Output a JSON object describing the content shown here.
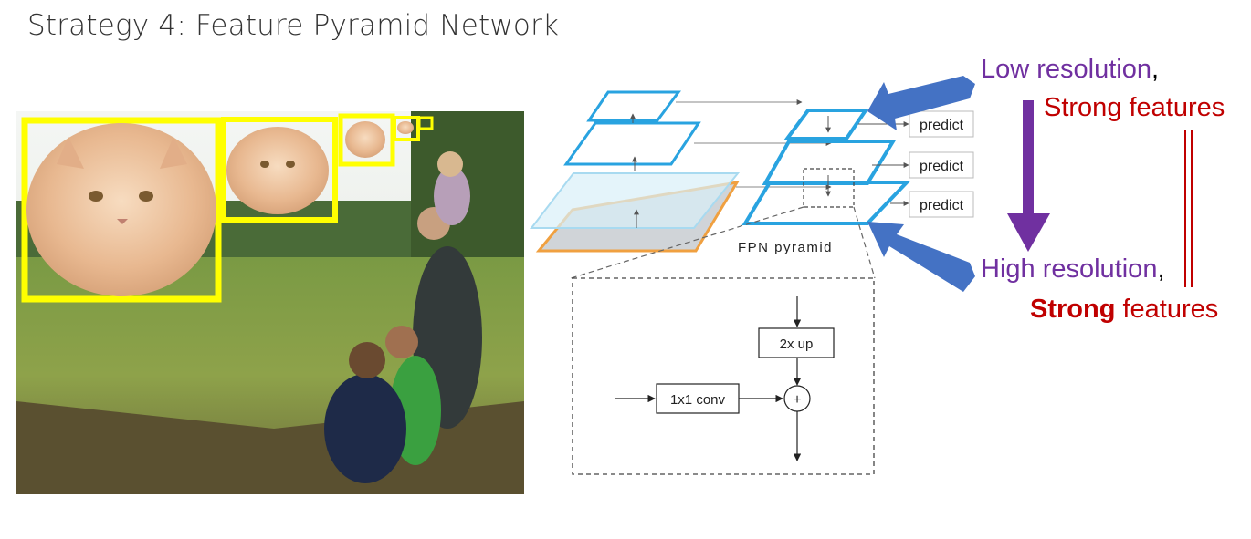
{
  "title": "Strategy 4: Feature Pyramid Network",
  "photo": {
    "description_icon": "scene-photo-with-cat-detections",
    "box_color": "#ffff00"
  },
  "fpn": {
    "predict_labels": [
      "predict",
      "predict",
      "predict"
    ],
    "pyramid_label": "FPN pyramid",
    "detail": {
      "upsample_label": "2x up",
      "conv_label": "1x1 conv",
      "sum_symbol": "+"
    },
    "colors": {
      "pyramid_blue": "#29a3e0",
      "input_orange": "#f0a040",
      "arrow_blue": "#4472c4"
    }
  },
  "annotations": {
    "low_res": "Low resolution",
    "comma1": ",",
    "strong_features_1": "Strong features",
    "high_res": "High resolution",
    "comma2": ",",
    "strong_bold": "Strong",
    "features_2": " features",
    "colors": {
      "purple": "#7030a0",
      "red": "#c00000"
    }
  }
}
